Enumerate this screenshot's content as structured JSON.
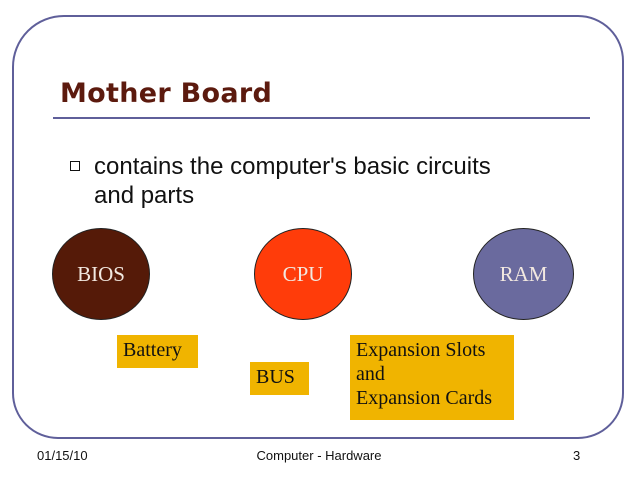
{
  "slide": {
    "title": "Mother Board",
    "bullets": [
      {
        "icon": "hollow-square-bullet-icon",
        "line1": "contains the computer's basic circuits",
        "line2": "and parts"
      }
    ],
    "components": {
      "circles": [
        {
          "label": "BIOS",
          "color": "#551a08"
        },
        {
          "label": "CPU",
          "color": "#ff3c0a"
        },
        {
          "label": "RAM",
          "color": "#6a6a9e"
        }
      ],
      "boxes": [
        {
          "label": "Battery"
        },
        {
          "label": "BUS"
        },
        {
          "lines": [
            "Expansion Slots",
            "and",
            "Expansion Cards"
          ]
        }
      ],
      "box_color": "#f0b400"
    }
  },
  "footer": {
    "date": "01/15/10",
    "center": "Computer - Hardware",
    "page": "3"
  },
  "colors": {
    "frame": "#5f5f9a",
    "title": "#5c1a0e"
  }
}
